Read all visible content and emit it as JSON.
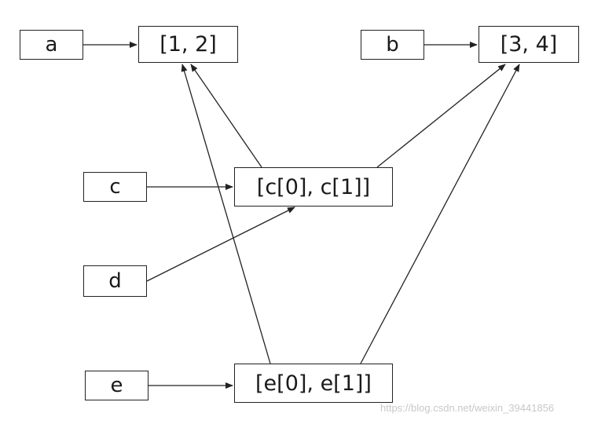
{
  "nodes": {
    "a": "a",
    "list_1_2": "[1, 2]",
    "b": "b",
    "list_3_4": "[3, 4]",
    "c": "c",
    "list_c": "[c[0], c[1]]",
    "d": "d",
    "e": "e",
    "list_e": "[e[0], e[1]]"
  },
  "edges": [
    {
      "from": "a",
      "to": "[1, 2]"
    },
    {
      "from": "b",
      "to": "[3, 4]"
    },
    {
      "from": "c",
      "to": "[c[0], c[1]]"
    },
    {
      "from": "[c[0], c[1]]",
      "to": "[1, 2]"
    },
    {
      "from": "[c[0], c[1]]",
      "to": "[3, 4]"
    },
    {
      "from": "d",
      "to": "[c[0], c[1]]"
    },
    {
      "from": "e",
      "to": "[e[0], e[1]]"
    },
    {
      "from": "[e[0], e[1]]",
      "to": "[1, 2]"
    },
    {
      "from": "[e[0], e[1]]",
      "to": "[3, 4]"
    }
  ],
  "watermark": "https://blog.csdn.net/weixin_39441856",
  "colors": {
    "stroke": "#222222",
    "text": "#1a1a1a",
    "watermark": "#c8c8c8",
    "background": "#ffffff"
  }
}
